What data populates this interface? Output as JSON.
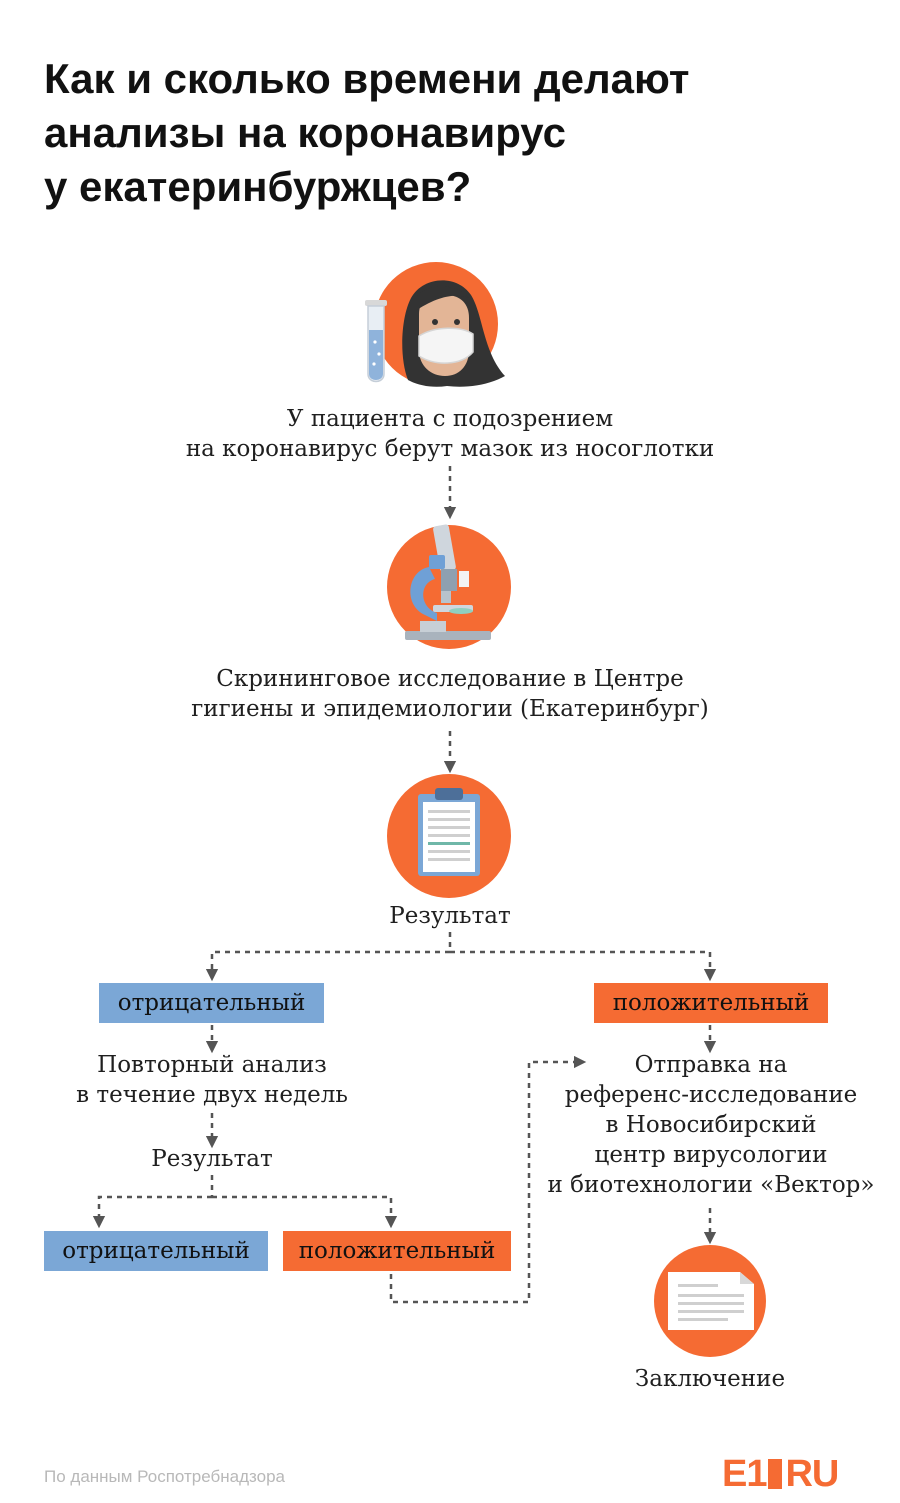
{
  "title": {
    "line1": "Как и сколько времени делают",
    "line2": "анализы на коронавирус",
    "line3": "у екатеринбуржцев?"
  },
  "steps": {
    "swab": {
      "line1": "У пациента с подозрением",
      "line2": "на коронавирус берут мазок из носоглотки"
    },
    "screening": {
      "line1": "Скрининговое исследование в Центре",
      "line2": "гигиены и эпидемиологии (Екатеринбург)"
    },
    "result": "Результат"
  },
  "negative_branch": {
    "badge": "отрицательный",
    "retest": {
      "line1": "Повторный анализ",
      "line2": "в течение двух недель"
    },
    "result": "Результат",
    "negative_badge": "отрицательный",
    "positive_badge": "положительный"
  },
  "positive_branch": {
    "badge": "положительный",
    "referral": {
      "line1": "Отправка на",
      "line2": "референс-исследование",
      "line3": "в Новосибирский",
      "line4": "центр вирусологии",
      "line5": "и биотехнологии «Вектор»"
    },
    "conclusion": "Заключение"
  },
  "footer": {
    "source": "По данным Роспотребнадзора",
    "logo_left": "E1",
    "logo_right": "RU"
  },
  "colors": {
    "accent_orange": "#f56b33",
    "negative_blue": "#7ba7d6",
    "connector": "#555555"
  },
  "icons": [
    "patient-test-tube-icon",
    "microscope-icon",
    "clipboard-icon",
    "document-icon"
  ]
}
